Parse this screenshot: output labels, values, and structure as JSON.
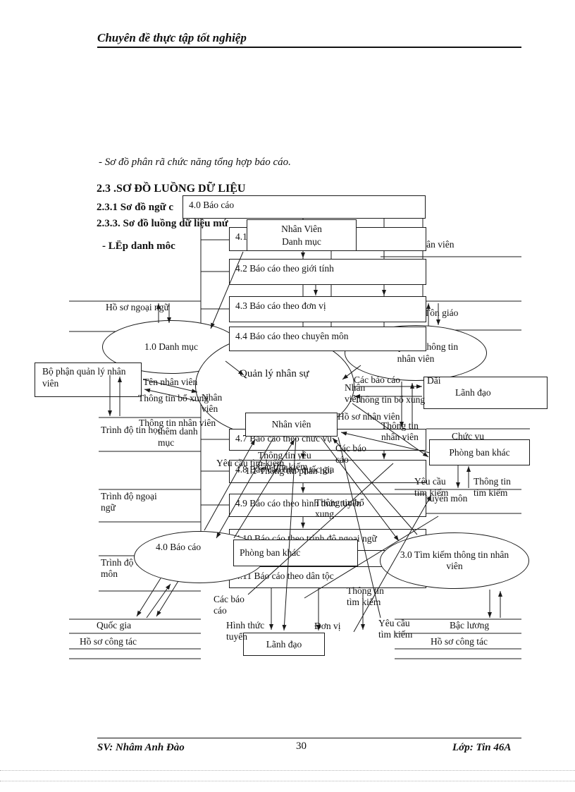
{
  "page": {
    "header_title": "Chuyên  đề thực tập tốt nghiệp",
    "footer_left": "SV: Nhâm Anh Đào",
    "page_number": "30",
    "footer_right": "Lớp: Tin 46A"
  },
  "text": {
    "bullet_report": "- Sơ đồ phân rã chức năng tổng hợp báo cáo.",
    "heading_23": "2.3 .SƠ ĐỒ LUỒNG DỮ LIỆU",
    "heading_231": "2.3.1 Sơ đồ ngữ c",
    "heading_233": "2.3.3. Sơ đồ luồng dữ liệu mứ",
    "bullet_danhmuc": "- LËp danh môc"
  },
  "diagram": {
    "processes": {
      "p10": "1.0   Danh mục",
      "p20": "2.0 Cập nhật thông tin nhân viên",
      "main": "Quản lý nhân sự",
      "p40_bottom": "4.0 Báo cáo",
      "p30": "3.0 Tìm kiếm thông tin  nhân viên"
    },
    "entities": {
      "bo_phan": "Bộ phận quản lý nhân viên",
      "lanh_dao_right": "Lãnh đạo",
      "nhan_vien_center": "Nhân viên",
      "phong_ban_right": "Phòng ban khác",
      "phong_ban_center": "Phòng ban khác",
      "lanh_dao_bottom": "Lãnh đạo",
      "nhan_vien_top": "Nhân Viên",
      "danh_muc_top": "Danh mục"
    },
    "reports": {
      "r40": "4.0 Báo cáo",
      "r41": "4.1 Báo cáo theo phòng ban",
      "r42": "4.2 Báo cáo theo giới tính",
      "r43": "4.3 Báo cáo theo đơn vị",
      "r44": "4.4 Báo cáo theo chuyên môn",
      "r47": "4.7 Báo cáo theo chức vụ",
      "r48": "4.8 Báo cáo theo quốc gia",
      "r49": "4.9 Báo cáo theo hình thức tuyển",
      "r410": "4.10 Báo cáo theo trình độ ngoại ngữ",
      "r411": "4.11 Báo cáo theo dân tộc"
    },
    "stores": {
      "ho_so_ngoai_ngu": "Hồ sơ ngoại ngữ",
      "ho_so_nhan_vien_top": "Hồ sơ nhân viên",
      "ton_giao": "Tôn giáo",
      "trinh_do_tin_hoc": "Trình độ tin học",
      "chuc_vu": "Chức vụ",
      "trinh_do_ngoai_ngu": "Trình độ ngoại ngữ",
      "chuyen_mon": "chuyên môn",
      "trinh_do_chuyen_mon": "Trình độ chuyên môn",
      "quoc_gia": "Quốc gia",
      "bac_luong": "Bậc lương",
      "ho_so_cong_tac_left": "Hồ sơ công tác",
      "ho_so_cong_tac_right": "Hồ sơ công tác"
    },
    "flows": {
      "ten_nhan_vien": "Tên nhân viên",
      "thong_tin_bo_xung_left": "Thông tin bổ xung",
      "nhan_vien_left": "Nhân viên",
      "thong_tin_nhan_vien_left": "Thông tin nhân viên",
      "them_danh_muc": "thêm danh mục",
      "cac_bao_cao_top": "Các báo cáo",
      "dai": "Dãi",
      "nhan_vien_right": "Nhân viên",
      "thong_tin_bo_xung_right": "Thông tin bổ xung",
      "ho_so_nhan_vien_mid": "Hồ sơ nhân viên",
      "thong_tin_nhan_vien_right": "Thông tin nhân viên",
      "cac_bao_cao_mid": "Các báo cáo",
      "yeu_cau_tim_kiem_mid": "Yêu cầu tìm kiếm",
      "thong_tin_yeu_cau": "Thông tin yêu cầu tìm kiếm",
      "thong_tin_phan_hoi": "1.1 Thông tin phản hồi",
      "yeu_cau_tim_kiem_right": "Yêu cầu tìm kiếm",
      "thong_tin_tim_kiem_right": "Thông tin tìm kiếm",
      "thong_tin_bo_xung_mid": "Thông tin bổ xung",
      "cac_bao_cao_bottom": "Các báo cáo",
      "thong_tin_tim_kiem_bottom": "Thông tin tìm kiếm",
      "hinh_thuc_tuyen": "Hình thức tuyển",
      "don_vi": "Đơn vị",
      "yeu_cau_tim_kiem_bottom": "Yêu cầu tìm kiếm"
    }
  }
}
